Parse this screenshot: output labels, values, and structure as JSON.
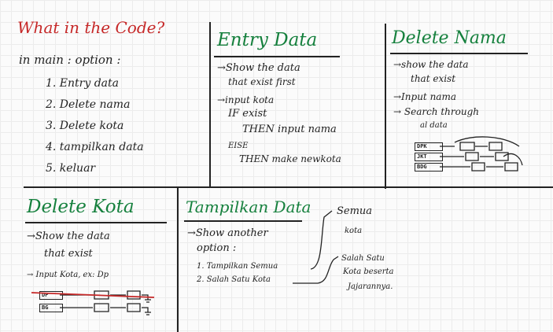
{
  "title": "What in the Code?",
  "main_menu": {
    "heading": "in main : option :",
    "options": [
      "1. Entry data",
      "2. Delete nama",
      "3. Delete kota",
      "4. tampilkan data",
      "5. keluar"
    ]
  },
  "entry_data": {
    "title": "Entry Data",
    "lines": [
      "→Show the data",
      "that exist first",
      "→input kota",
      "IF exist",
      "THEN input nama",
      "EISE",
      "THEN make newkota"
    ]
  },
  "delete_nama": {
    "title": "Delete Nama",
    "lines": [
      "→show the data",
      "that exist",
      "→Input nama",
      "→ Search through",
      "al data"
    ],
    "nodes": [
      "DPK",
      "JKT",
      "BDG"
    ]
  },
  "delete_kota": {
    "title": "Delete Kota",
    "lines": [
      "→Show the data",
      "that exist",
      "→ Input Kota, ex: Dp"
    ],
    "nodes": [
      "DP",
      "BG"
    ]
  },
  "tampilkan_data": {
    "title": "Tampilkan Data",
    "lines": [
      "→Show another",
      "option :",
      "1. Tampilkan Semua",
      "2. Salah Satu Kota"
    ],
    "note_semua": [
      "Semua",
      "kota"
    ],
    "note_salah": [
      "Salah Satu",
      "Kota beserta",
      "Jajarannya."
    ]
  },
  "colors": {
    "title_red": "#c62828",
    "heading_green": "#15803d",
    "ink": "#222222"
  }
}
